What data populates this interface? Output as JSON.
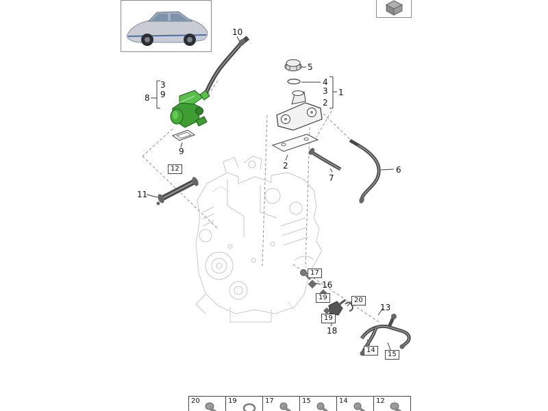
{
  "diagram": {
    "type": "exploded-parts-diagram",
    "highlight_color": "#4fb63f",
    "line_color": "#3a3a3a",
    "faint_color": "#c9c9c9"
  },
  "thumbnails": {
    "vehicle": "vehicle-side-view",
    "part": "hardware-part"
  },
  "callouts": [
    {
      "label": "10"
    },
    {
      "label": "5"
    },
    {
      "label": "4"
    },
    {
      "label": "3"
    },
    {
      "label": "2"
    },
    {
      "label": "1"
    },
    {
      "label": "8"
    },
    {
      "label": "3"
    },
    {
      "label": "9"
    },
    {
      "label": "9"
    },
    {
      "label": "12"
    },
    {
      "label": "11"
    },
    {
      "label": "2"
    },
    {
      "label": "7"
    },
    {
      "label": "6"
    },
    {
      "label": "17"
    },
    {
      "label": "16"
    },
    {
      "label": "19"
    },
    {
      "label": "19"
    },
    {
      "label": "18"
    },
    {
      "label": "20"
    },
    {
      "label": "13"
    },
    {
      "label": "14"
    },
    {
      "label": "15"
    }
  ],
  "legend": {
    "cells": [
      {
        "label": "20",
        "icon": "bolt-icon"
      },
      {
        "label": "19",
        "icon": "seal-ring-icon"
      },
      {
        "label": "17",
        "icon": "screw-icon"
      },
      {
        "label": "15",
        "icon": "screw-icon"
      },
      {
        "label": "14",
        "icon": "screw-icon"
      },
      {
        "label": "12",
        "icon": "bolt-icon"
      }
    ]
  }
}
